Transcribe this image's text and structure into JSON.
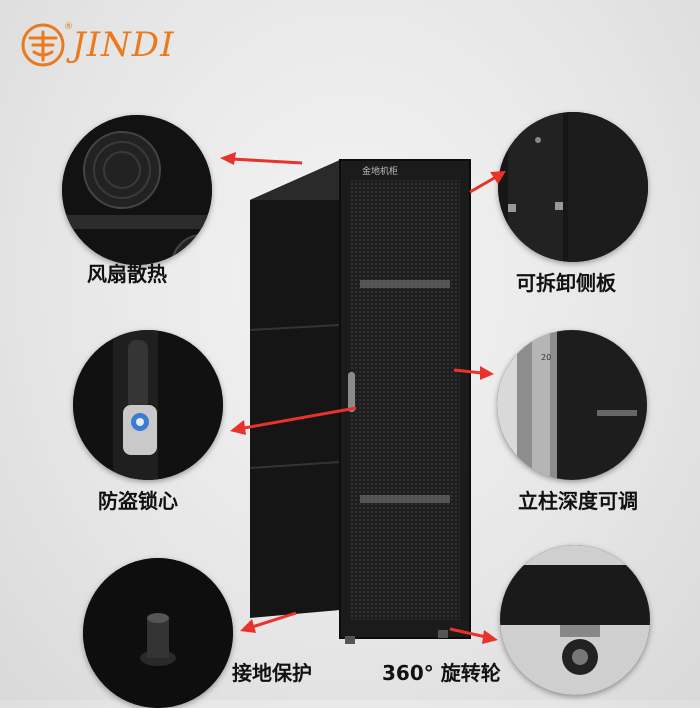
{
  "brand": {
    "name": "JINDI",
    "registered_mark": "®",
    "accent_color": "#ea7a1d"
  },
  "cabinet": {
    "door_label": "金地机柜",
    "color": "#1b1b1b"
  },
  "features": [
    {
      "id": "fan",
      "label": "风扇散热",
      "icon": "fan-icon"
    },
    {
      "id": "side-panel",
      "label": "可拆卸侧板",
      "icon": "side-panel-icon"
    },
    {
      "id": "lock",
      "label": "防盗锁心",
      "icon": "lock-icon"
    },
    {
      "id": "post",
      "label": "立柱深度可调",
      "icon": "rack-post-icon"
    },
    {
      "id": "ground",
      "label": "接地保护",
      "icon": "ground-bolt-icon"
    },
    {
      "id": "caster",
      "label": "360°  旋转轮",
      "icon": "caster-wheel-icon"
    }
  ],
  "arrow_color": "#e8322b"
}
